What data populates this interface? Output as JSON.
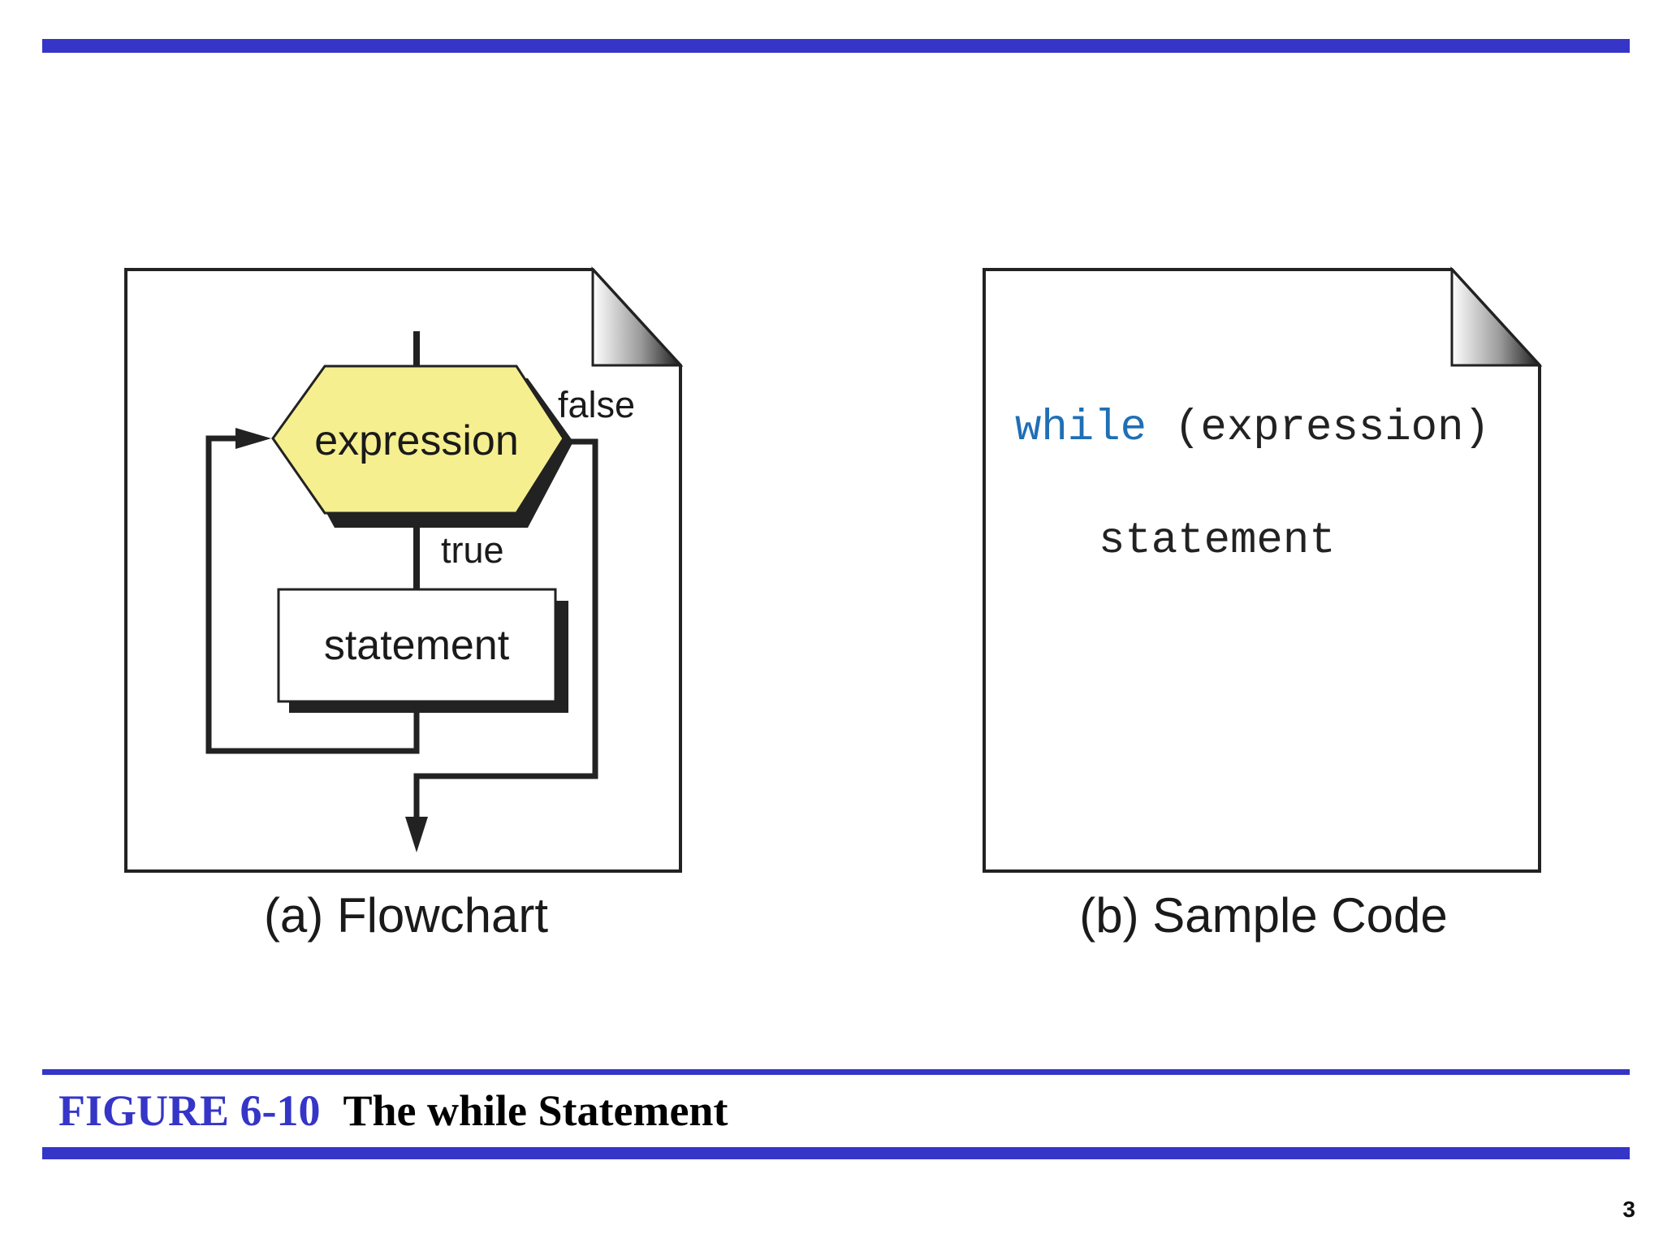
{
  "figure": {
    "number": "FIGURE 6-10",
    "title": "The while Statement"
  },
  "page_number": "3",
  "flowchart": {
    "caption": "(a) Flowchart",
    "decision_label": "expression",
    "false_label": "false",
    "true_label": "true",
    "statement_label": "statement"
  },
  "sample_code": {
    "caption": "(b) Sample Code",
    "keyword": "while",
    "condition": "(expression)",
    "body": "statement"
  },
  "colors": {
    "accent_blue": "#3535c8",
    "decision_fill": "#f5ef8f",
    "keyword_blue": "#1f6fb5"
  }
}
